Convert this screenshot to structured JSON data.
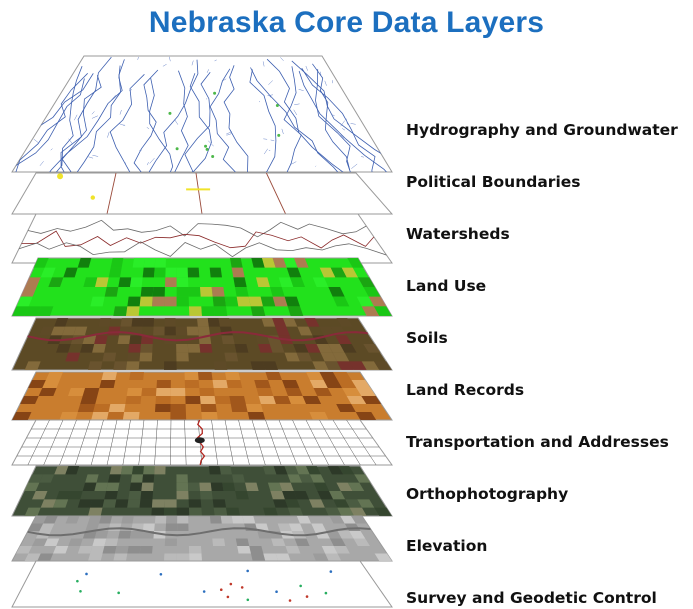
{
  "title": "Nebraska Core Data Layers",
  "layers": [
    {
      "label": "Hydrography and Groundwater",
      "style": "hydro",
      "fill": "#ffffff"
    },
    {
      "label": "Political Boundaries",
      "style": "political",
      "fill": "#ffffff"
    },
    {
      "label": "Watersheds",
      "style": "watershed",
      "fill": "#ffffff"
    },
    {
      "label": "Land Use",
      "style": "landuse",
      "fill": "#22e11c"
    },
    {
      "label": "Soils",
      "style": "soils",
      "fill": "#5c4a25"
    },
    {
      "label": "Land Records",
      "style": "records",
      "fill": "#c97d2e"
    },
    {
      "label": "Transportation and Addresses",
      "style": "transport",
      "fill": "#ffffff"
    },
    {
      "label": "Orthophotography",
      "style": "ortho",
      "fill": "#3f4f38"
    },
    {
      "label": "Elevation",
      "style": "elevation",
      "fill": "#a8a8a8"
    },
    {
      "label": "Survey and Geodetic Control",
      "style": "survey",
      "fill": "#ffffff"
    }
  ]
}
